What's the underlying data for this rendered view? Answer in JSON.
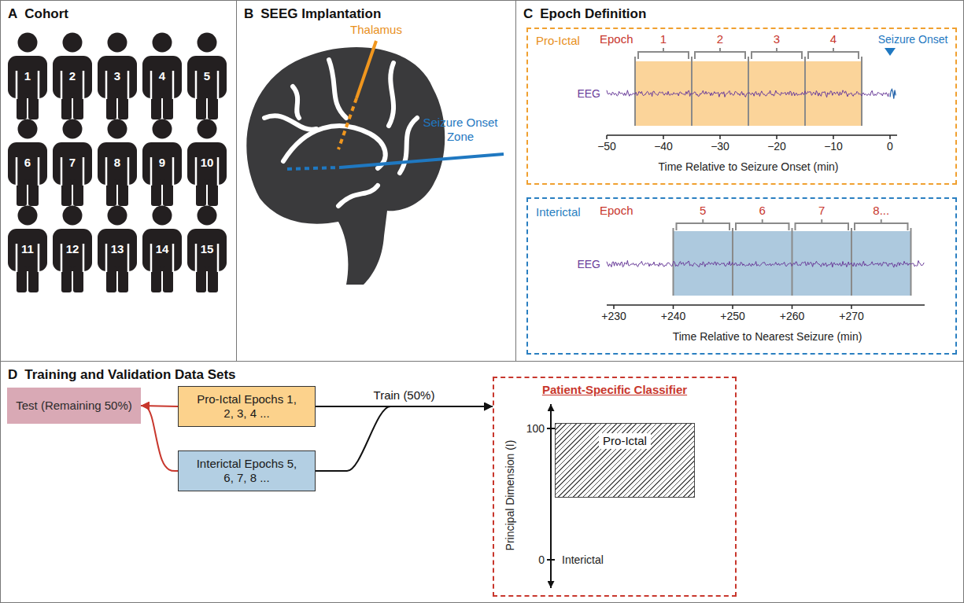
{
  "diagram": {
    "nodes": [
      {
        "text": [
          "A",
          "Cohort"
        ]
      },
      {
        "text": [
          "B",
          "SEEG Implantation"
        ]
      },
      {
        "text": [
          "C",
          "Epoch Definition"
        ]
      },
      {
        "text": [
          "Pro-Ictal"
        ],
        "in": 2
      },
      {
        "text": [
          "Interictal"
        ],
        "in": 2
      },
      {
        "text": [
          "D",
          "Training and Validation Data Sets"
        ]
      },
      {
        "text": [
          "Test (Remaining 50%)"
        ],
        "in": 5
      },
      {
        "text": [
          "Pro-Ictal Epochs 1, 2, 3, 4 ..."
        ],
        "in": 5
      },
      {
        "text": [
          "Interictal Epochs 5, 6, 7, 8 ..."
        ],
        "in": 5
      },
      {
        "text": [
          "Patient-Specific Classifier"
        ],
        "in": 5
      },
      {
        "text": [
          "Pro-Ictal"
        ],
        "in": 9
      }
    ],
    "edges": [
      {
        "from": 7,
        "to": 9,
        "arrow": "to",
        "label": "Train (50%)"
      },
      {
        "from": 8,
        "to": 9,
        "arrow": "to"
      },
      {
        "from": 7,
        "to": 6,
        "arrow": "to"
      },
      {
        "from": 8,
        "to": 6,
        "arrow": "to"
      }
    ],
    "labels": [
      "1",
      "2",
      "3",
      "4",
      "5",
      "6",
      "7",
      "8",
      "9",
      "10",
      "11",
      "12",
      "13",
      "14",
      "15",
      "Thalamus",
      "Seizure Onset Zone",
      "Epoch",
      "1",
      "2",
      "3",
      "4",
      "Seizure Onset",
      "EEG",
      "−50",
      "−40",
      "−30",
      "−20",
      "−10",
      "0",
      "Time Relative to Seizure Onset (min)",
      "Epoch",
      "5",
      "6",
      "7",
      "8...",
      "EEG",
      "+230",
      "+240",
      "+250",
      "+260",
      "+270",
      "Time Relative to Nearest Seizure (min)",
      "Principal Dimension (I)",
      "100",
      "0",
      "Interictal"
    ]
  }
}
